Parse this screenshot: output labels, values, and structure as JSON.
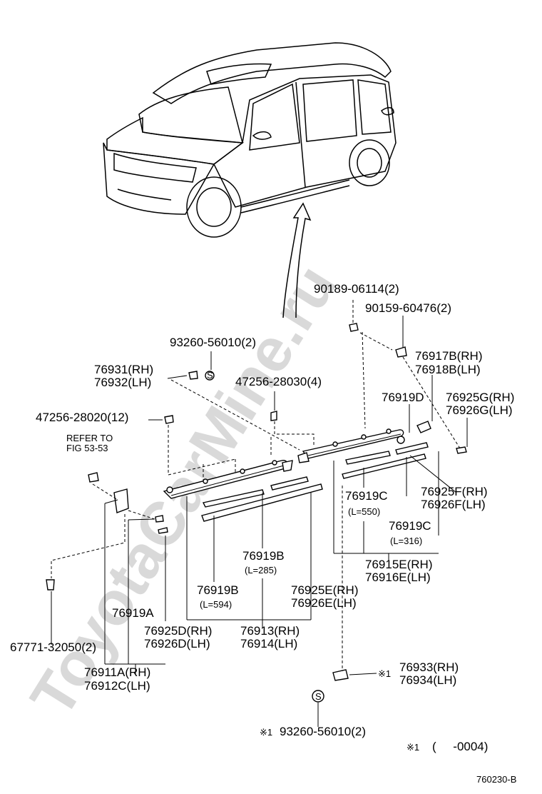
{
  "watermark": "ToyotaCarMine.ru",
  "parts": {
    "p90189": "90189-06114(2)",
    "p90159": "90159-60476(2)",
    "p93260_top": "93260-56010(2)",
    "p76931": "76931(RH)",
    "p76932": "76932(LH)",
    "p47256_28030": "47256-28030(4)",
    "p76917B": "76917B(RH)",
    "p76918B": "76918B(LH)",
    "p76919D": "76919D",
    "p76925G": "76925G(RH)",
    "p76926G": "76926G(LH)",
    "p47256_28020": "47256-28020(12)",
    "refer_to": "REFER TO",
    "fig": "FIG 53-53",
    "p76925F": "76925F(RH)",
    "p76926F": "76926F(LH)",
    "p76919C_550": "76919C",
    "len550": "(L=550)",
    "p76919C_316": "76919C",
    "len316": "(L=316)",
    "p76915E": "76915E(RH)",
    "p76916E": "76916E(LH)",
    "p76919B_285": "76919B",
    "len285": "(L=285)",
    "p76919B_594": "76919B",
    "len594": "(L=594)",
    "p76925E": "76925E(RH)",
    "p76926E": "76926E(LH)",
    "p76919A": "76919A",
    "p76925D": "76925D(RH)",
    "p76926D": "76926D(LH)",
    "p76913": "76913(RH)",
    "p76914": "76914(LH)",
    "p67771": "67771-32050(2)",
    "p76911A": "76911A(RH)",
    "p76912C": "76912C(LH)",
    "p76933": "76933(RH)",
    "p76934": "76934(LH)",
    "mark1_a": "※1",
    "mark1_b": "※1",
    "p93260_bottom": "93260-56010(2)",
    "note_mark": "※1",
    "note_range": "(     -0004)",
    "figure_id": "760230-B"
  }
}
